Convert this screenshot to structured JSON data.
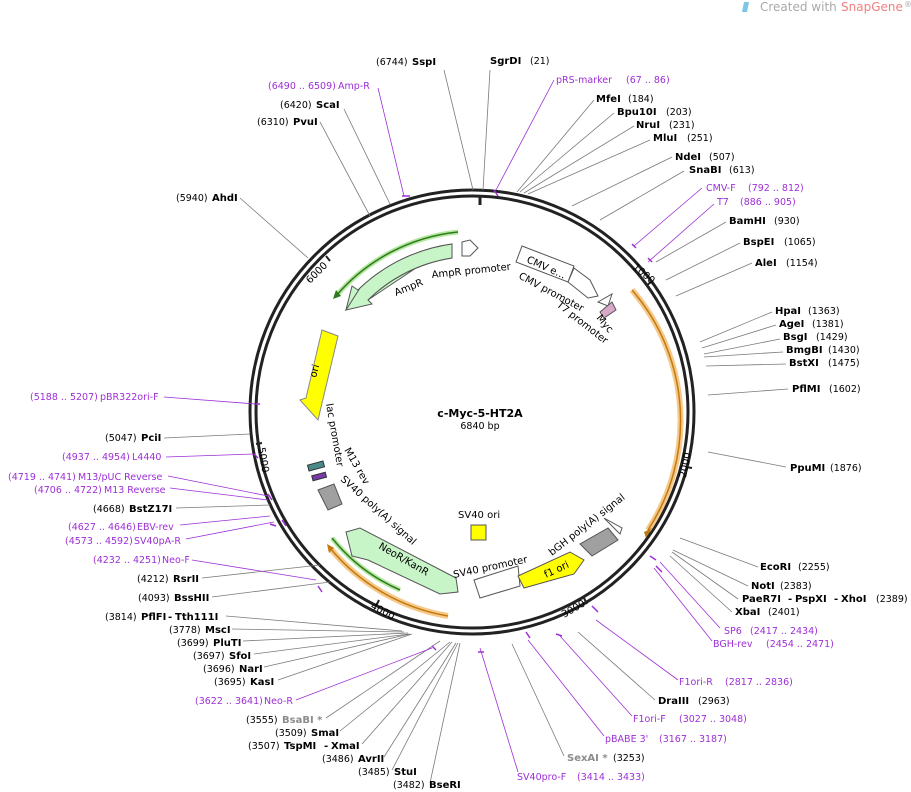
{
  "header": {
    "created_with": "Created with",
    "brand": "SnapGene",
    "reg": "®"
  },
  "plasmid": {
    "name": "c-Myc-5-HT2A",
    "length": "6840 bp"
  },
  "ticks": [
    "1000",
    "2000",
    "3000",
    "4000",
    "5000",
    "6000"
  ],
  "enzymes": [
    {
      "name": "SspI",
      "pos": "(6744)"
    },
    {
      "name": "SgrDI",
      "pos": "(21)"
    },
    {
      "name": "MfeI",
      "pos": "(184)"
    },
    {
      "name": "Bpu10I",
      "pos": "(203)"
    },
    {
      "name": "NruI",
      "pos": "(231)"
    },
    {
      "name": "MluI",
      "pos": "(251)"
    },
    {
      "name": "NdeI",
      "pos": "(507)"
    },
    {
      "name": "SnaBI",
      "pos": "(613)"
    },
    {
      "name": "BamHI",
      "pos": "(930)"
    },
    {
      "name": "BspEI",
      "pos": "(1065)"
    },
    {
      "name": "AleI",
      "pos": "(1154)"
    },
    {
      "name": "HpaI",
      "pos": "(1363)"
    },
    {
      "name": "AgeI",
      "pos": "(1381)"
    },
    {
      "name": "BsgI",
      "pos": "(1429)"
    },
    {
      "name": "BmgBI",
      "pos": "(1430)"
    },
    {
      "name": "BstXI",
      "pos": "(1475)"
    },
    {
      "name": "PflMI",
      "pos": "(1602)"
    },
    {
      "name": "PpuMI",
      "pos": "(1876)"
    },
    {
      "name": "EcoRI",
      "pos": "(2255)"
    },
    {
      "name": "NotI",
      "pos": "(2383)"
    },
    {
      "name": "PaeR7I",
      "name2": "PspXI",
      "name3": "XhoI",
      "pos": "(2389)"
    },
    {
      "name": "XbaI",
      "pos": "(2401)"
    },
    {
      "name": "DraIII",
      "pos": "(2963)"
    },
    {
      "name": "SexAI *",
      "pos": "(3253)"
    },
    {
      "name": "BseRI",
      "pos": "(3482)"
    },
    {
      "name": "StuI",
      "pos": "(3485)"
    },
    {
      "name": "AvrII",
      "pos": "(3486)"
    },
    {
      "name": "TspMI",
      "name2": "XmaI",
      "pos": "(3507)"
    },
    {
      "name": "SmaI",
      "pos": "(3509)"
    },
    {
      "name": "BsaBI *",
      "pos": "(3555)"
    },
    {
      "name": "KasI",
      "pos": "(3695)"
    },
    {
      "name": "NarI",
      "pos": "(3696)"
    },
    {
      "name": "SfoI",
      "pos": "(3697)"
    },
    {
      "name": "PluTI",
      "pos": "(3699)"
    },
    {
      "name": "MscI",
      "pos": "(3778)"
    },
    {
      "name": "PflFI",
      "name2": "Tth111I",
      "pos": "(3814)"
    },
    {
      "name": "BssHII",
      "pos": "(4093)"
    },
    {
      "name": "RsrII",
      "pos": "(4212)"
    },
    {
      "name": "BstZ17I",
      "pos": "(4668)"
    },
    {
      "name": "PciI",
      "pos": "(5047)"
    },
    {
      "name": "AhdI",
      "pos": "(5940)"
    },
    {
      "name": "PvuI",
      "pos": "(6310)"
    },
    {
      "name": "ScaI",
      "pos": "(6420)"
    }
  ],
  "primers": [
    {
      "name": "Amp-R",
      "pos": "(6490 .. 6509)"
    },
    {
      "name": "pRS-marker",
      "pos": "(67 .. 86)"
    },
    {
      "name": "CMV-F",
      "pos": "(792 .. 812)"
    },
    {
      "name": "T7",
      "pos": "(886 .. 905)"
    },
    {
      "name": "SP6",
      "pos": "(2417 .. 2434)"
    },
    {
      "name": "BGH-rev",
      "pos": "(2454 .. 2471)"
    },
    {
      "name": "F1ori-R",
      "pos": "(2817 .. 2836)"
    },
    {
      "name": "F1ori-F",
      "pos": "(3027 .. 3048)"
    },
    {
      "name": "pBABE 3'",
      "pos": "(3167 .. 3187)"
    },
    {
      "name": "SV40pro-F",
      "pos": "(3414 .. 3433)"
    },
    {
      "name": "Neo-R",
      "pos": "(3622 .. 3641)"
    },
    {
      "name": "Neo-F",
      "pos": "(4232 .. 4251)"
    },
    {
      "name": "SV40pA-R",
      "pos": "(4573 .. 4592)"
    },
    {
      "name": "EBV-rev",
      "pos": "(4627 .. 4646)"
    },
    {
      "name": "M13 Reverse",
      "pos": "(4706 .. 4722)"
    },
    {
      "name": "M13/pUC Reverse",
      "pos": "(4719 .. 4741)"
    },
    {
      "name": "L4440",
      "pos": "(4937 .. 4954)"
    },
    {
      "name": "pBR322ori-F",
      "pos": "(5188 .. 5207)"
    }
  ],
  "features": {
    "cmv_enhancer": "CMV e...",
    "cmv_promoter": "CMV promoter",
    "t7_promoter": "T7 promoter",
    "myc": "Myc",
    "ampr": "AmpR",
    "ampr_promoter": "AmpR promoter",
    "ori": "ori",
    "lac_promoter": "lac promoter",
    "m13_rev": "M13 rev",
    "sv40_polya": "SV40 poly(A) signal",
    "neor": "NeoR/KanR",
    "sv40_promoter": "SV40 promoter",
    "sv40_ori": "SV40 ori",
    "f1_ori": "f1 ori",
    "bgh_polya": "bGH poly(A) signal"
  },
  "colors": {
    "primer": "#9e2fd6",
    "ampr_fill": "#c8f5c8",
    "ori_fill": "#ffff00",
    "f1_fill": "#ffff00",
    "orf_line": "#f0a830",
    "dark_green": "#2f7a1e"
  }
}
